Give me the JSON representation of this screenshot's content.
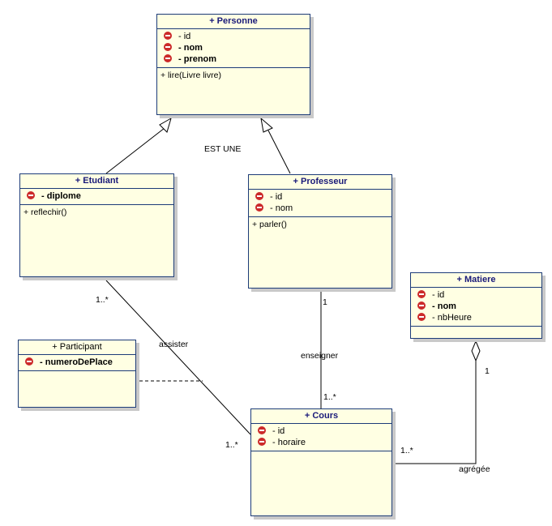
{
  "classes": {
    "personne": {
      "name": "+ Personne",
      "attributes": [
        {
          "text": "- id",
          "bold": false
        },
        {
          "text": "- nom",
          "bold": true
        },
        {
          "text": "- prenom",
          "bold": true
        }
      ],
      "operations": [
        "+ lire(Livre livre)"
      ]
    },
    "etudiant": {
      "name": "+ Etudiant",
      "attributes": [
        {
          "text": "- diplome",
          "bold": true
        }
      ],
      "operations": [
        "+ reflechir()"
      ]
    },
    "professeur": {
      "name": "+ Professeur",
      "attributes": [
        {
          "text": "- id",
          "bold": false
        },
        {
          "text": "- nom",
          "bold": false
        }
      ],
      "operations": [
        "+ parler()"
      ]
    },
    "matiere": {
      "name": "+ Matiere",
      "attributes": [
        {
          "text": "- id",
          "bold": false
        },
        {
          "text": "- nom",
          "bold": true
        },
        {
          "text": "- nbHeure",
          "bold": false
        }
      ],
      "operations": []
    },
    "participant": {
      "name": "+ Participant",
      "attributes": [
        {
          "text": "- numeroDePlace",
          "bold": true
        }
      ],
      "operations": []
    },
    "cours": {
      "name": "+ Cours",
      "attributes": [
        {
          "text": "- id",
          "bold": false
        },
        {
          "text": "- horaire",
          "bold": false
        }
      ],
      "operations": []
    }
  },
  "labels": {
    "est_une": "EST UNE",
    "assister": "assister",
    "enseigner": "enseigner",
    "agregee": "agrégée",
    "etudiant_mult": "1..*",
    "cours_assister_mult": "1..*",
    "prof_mult": "1",
    "cours_enseigner_mult": "1..*",
    "matiere_mult": "1",
    "cours_agregee_mult": "1..*"
  },
  "colors": {
    "class_fill": "#ffffe3",
    "class_border": "#1c3b78",
    "class_title": "#1a1a7a",
    "visibility_private": "#cc2a2a"
  }
}
